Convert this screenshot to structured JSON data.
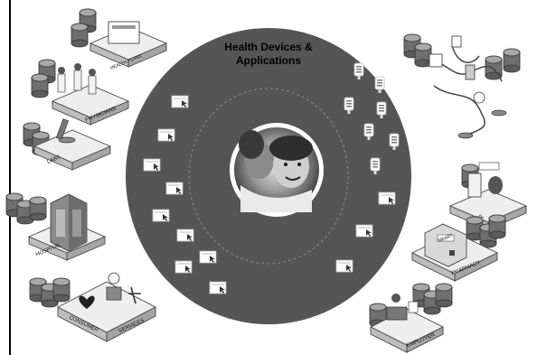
{
  "diagram": {
    "title_line1": "Health Devices &",
    "title_line2": "Applications",
    "center_image_icon": "family-photo-icon",
    "left_nodes": [
      {
        "label": "HEALTH PLANS",
        "icon": "health-plan-card-icon"
      },
      {
        "label": "PHYSICIANS",
        "icon": "physicians-group-icon"
      },
      {
        "label": "LABS",
        "icon": "microscope-icon"
      },
      {
        "label": "HOSPITAL",
        "icon": "hospital-building-icon"
      },
      {
        "label": "CONSUMER",
        "icon": "consumer-heart-icon"
      },
      {
        "label": "SERVICES",
        "icon": "services-icon"
      }
    ],
    "right_nodes": [
      {
        "label": "",
        "icon": "medical-devices-network-icon"
      },
      {
        "label": "RETAIL",
        "icon": "retail-counter-icon"
      },
      {
        "label": "SMART",
        "icon": "smart-store-icon"
      },
      {
        "label": "PHARMACY",
        "icon": "pharmacy-icon"
      },
      {
        "label": "EMPLOYER",
        "icon": "employer-office-icon"
      }
    ],
    "colors": {
      "ring_outer": "#555555",
      "ring_inner": "#5a5a5a",
      "accent_white": "#ffffff",
      "platform_gray": "#d4d4d4",
      "storage_gray": "#7a7a7a"
    }
  }
}
